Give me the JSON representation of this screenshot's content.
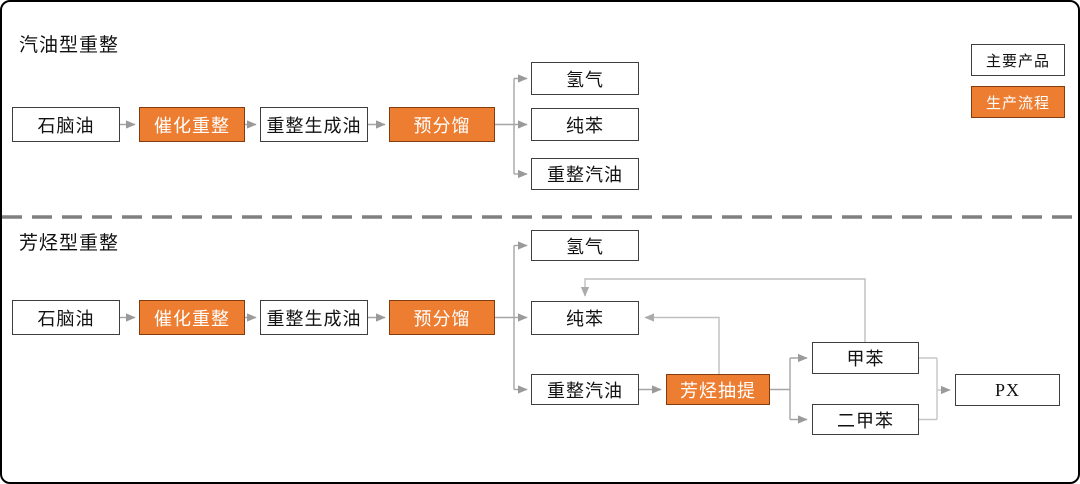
{
  "legend": {
    "items": [
      {
        "label": "主要产品",
        "type": "main-product"
      },
      {
        "label": "生产流程",
        "type": "process-step"
      }
    ]
  },
  "colors": {
    "process_orange": "#ED7D31",
    "process_border": "#843C0C",
    "box_border": "#3F3F3F",
    "connector_gray": "#A6A6A6",
    "connector_light": "#BFBFBF",
    "divider_gray": "#808080"
  },
  "sections": [
    {
      "title": "汽油型重整",
      "nodes": {
        "naphtha": "石脑油",
        "catalytic_reforming": "催化重整",
        "reformate_oil": "重整生成油",
        "prefractionation": "预分馏",
        "hydrogen": "氢气",
        "benzene": "纯苯",
        "reformed_gasoline": "重整汽油"
      },
      "edges": [
        "石脑油→催化重整",
        "催化重整→重整生成油",
        "重整生成油→预分馏",
        "预分馏→氢气",
        "预分馏→纯苯",
        "预分馏→重整汽油"
      ]
    },
    {
      "title": "芳烃型重整",
      "nodes": {
        "naphtha": "石脑油",
        "catalytic_reforming": "催化重整",
        "reformate_oil": "重整生成油",
        "prefractionation": "预分馏",
        "hydrogen": "氢气",
        "benzene": "纯苯",
        "reformed_gasoline": "重整汽油",
        "aromatics_extraction": "芳烃抽提",
        "toluene": "甲苯",
        "xylene": "二甲苯",
        "px": "PX"
      },
      "edges": [
        "石脑油→催化重整",
        "催化重整→重整生成油",
        "重整生成油→预分馏",
        "预分馏→氢气",
        "预分馏→纯苯",
        "预分馏→重整汽油",
        "重整汽油→芳烃抽提",
        "芳烃抽提→纯苯",
        "芳烃抽提→甲苯",
        "芳烃抽提→二甲苯",
        "甲苯→纯苯",
        "甲苯→PX",
        "二甲苯→PX"
      ]
    }
  ]
}
